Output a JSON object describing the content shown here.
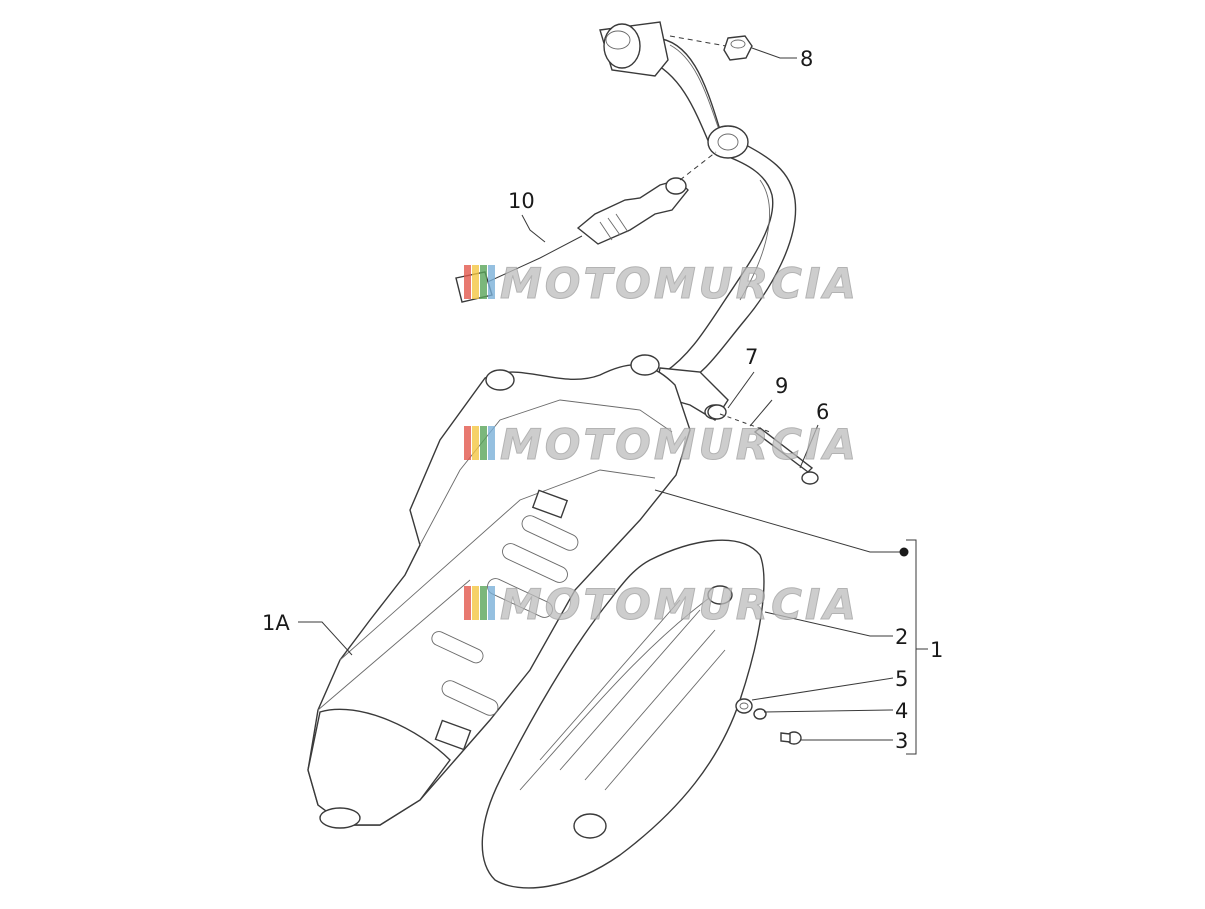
{
  "diagram": {
    "callouts": [
      {
        "id": "c8",
        "label": "8"
      },
      {
        "id": "c10",
        "label": "10"
      },
      {
        "id": "c7",
        "label": "7"
      },
      {
        "id": "c9",
        "label": "9"
      },
      {
        "id": "c6",
        "label": "6"
      },
      {
        "id": "c1A",
        "label": "1A"
      },
      {
        "id": "c2",
        "label": "2"
      },
      {
        "id": "c5",
        "label": "5"
      },
      {
        "id": "c4",
        "label": "4"
      },
      {
        "id": "c3",
        "label": "3"
      },
      {
        "id": "c1",
        "label": "1"
      }
    ],
    "watermark": {
      "text": "MOTOMURCIA",
      "stripe_colors": [
        "#e2574c",
        "#f4c542",
        "#5aa55a",
        "#7ab0d8"
      ]
    }
  }
}
